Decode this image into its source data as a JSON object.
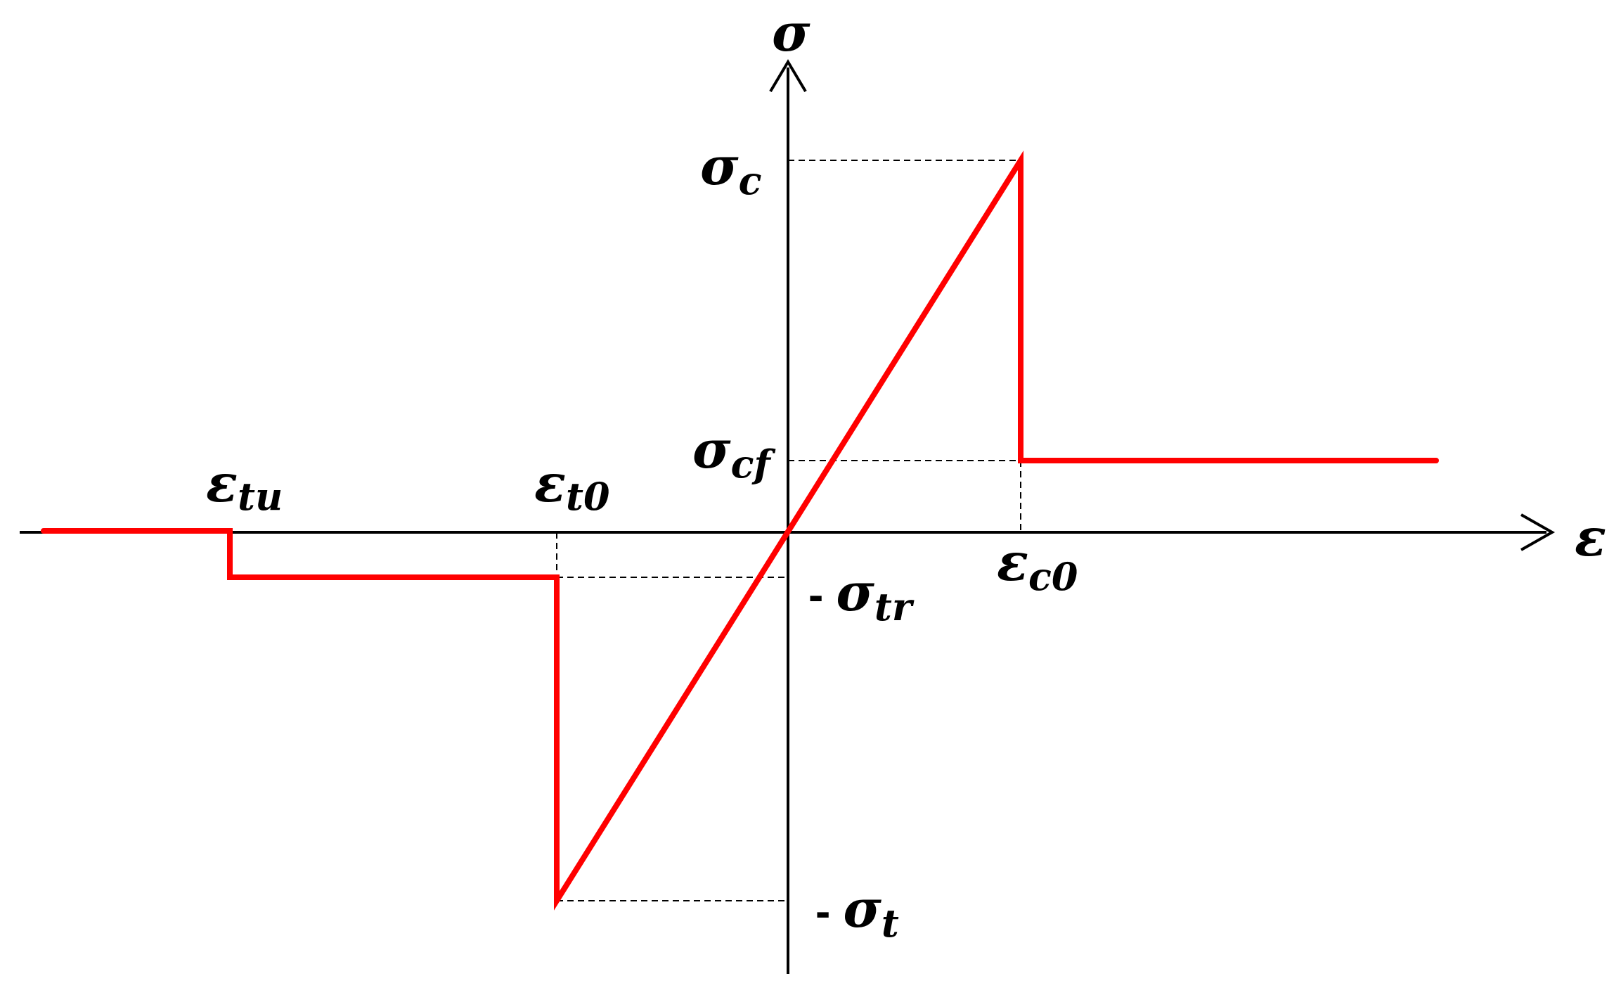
{
  "axes": {
    "x_symbol": "ε",
    "y_symbol": "σ"
  },
  "curve_color": "#ff0000",
  "labels": {
    "sigma_c": {
      "sym": "σ",
      "sub": "c"
    },
    "sigma_cf": {
      "sym": "σ",
      "sub": "cf"
    },
    "sigma_tr": {
      "sign": "-",
      "sym": "σ",
      "sub": "tr"
    },
    "sigma_t": {
      "sign": "-",
      "sym": "σ",
      "sub": "t"
    },
    "eps_tu": {
      "sym": "ε",
      "sub": "tu"
    },
    "eps_t0": {
      "sym": "ε",
      "sub": "t0"
    },
    "eps_c0": {
      "sym": "ε",
      "sub": "c0"
    }
  }
}
